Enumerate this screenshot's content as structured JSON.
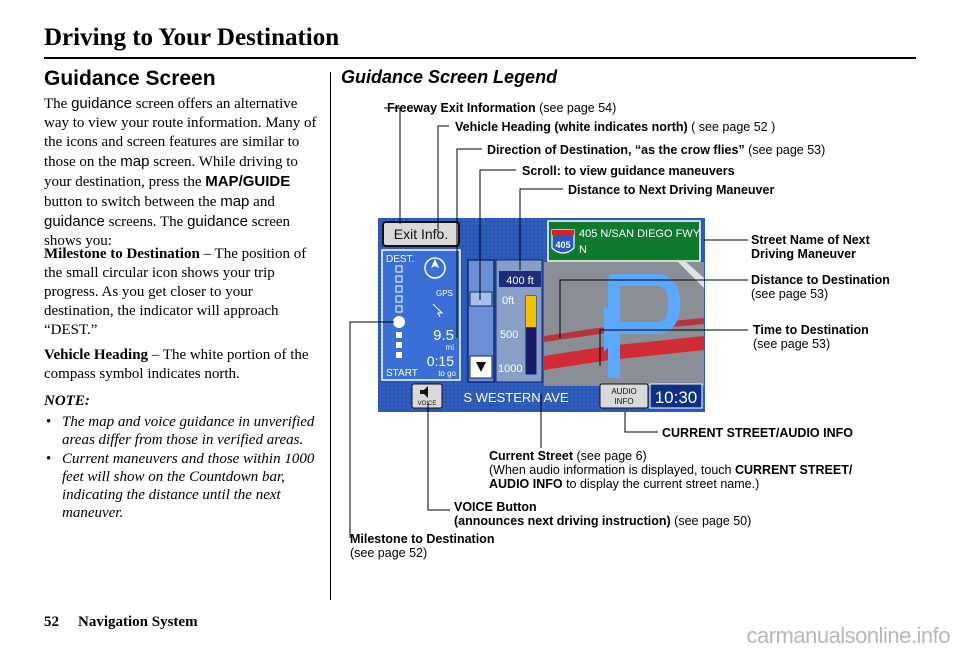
{
  "page": {
    "title": "Driving to Your Destination",
    "page_number": "52",
    "footer": "Navigation System",
    "watermark": "carmanualsonline.info"
  },
  "left_column": {
    "heading": "Guidance Screen",
    "intro": {
      "t1": "The ",
      "w1": "guidance",
      "t2": " screen offers an alternative way to view your route information. Many of the icons and screen features are similar to those on the ",
      "w2": "map",
      "t3": " screen. While driving to your destination, press the ",
      "w3": "MAP/GUIDE",
      "t4": " button to switch between the ",
      "w4": "map",
      "t5": " and ",
      "w5": "guidance",
      "t6": " screens. The ",
      "w6": "guidance",
      "t7": " screen shows you:"
    },
    "milestone": {
      "term": "Milestone to Destination",
      "text": " – The position of the small circular icon shows your trip progress. As you get closer to your destination, the indicator will approach “DEST.”"
    },
    "heading_item": {
      "term": "Vehicle Heading",
      "text": " – The white portion of the compass symbol indicates north."
    },
    "note_heading": "NOTE:",
    "notes": [
      "The map and voice guidance in unverified areas differ from those in verified areas.",
      "Current maneuvers and those within 1000 feet will show on the Countdown bar, indicating the distance until the next maneuver."
    ]
  },
  "legend": {
    "title": "Guidance Screen Legend",
    "freeway_exit": {
      "label": "Freeway Exit Information",
      "ref": " (see page 54)"
    },
    "vehicle_heading": {
      "label": "Vehicle Heading (white indicates north)",
      "ref": " ( see page 52 )"
    },
    "direction": {
      "label": "Direction of Destination, “as the crow flies”",
      "ref": " (see page 53)"
    },
    "scroll": {
      "label": "Scroll: to view guidance maneuvers"
    },
    "distance_next": {
      "label": "Distance to Next Driving Maneuver"
    },
    "street_next": {
      "line1": "Street Name of Next",
      "line2": "Driving Maneuver"
    },
    "distance_dest": {
      "label": "Distance to Destination",
      "ref": "(see page 53)"
    },
    "time_dest": {
      "label": "Time to Destination",
      "ref": "(see page 53)"
    },
    "current_audio": {
      "label": "CURRENT STREET/AUDIO INFO"
    },
    "current_street": {
      "label": "Current Street",
      "ref": " (see page 6)",
      "line2a": "(When audio information is displayed, touch ",
      "line2b": "CURRENT STREET/",
      "line3a": "AUDIO INFO",
      "line3b": " to display the current street name.)"
    },
    "voice": {
      "line1": "VOICE Button",
      "line2": "(announces next driving instruction)",
      "ref": " (see page 50)"
    },
    "milestone": {
      "label": "Milestone to Destination",
      "ref": "(see page 52)"
    }
  },
  "screen": {
    "exit_info_button": "Exit Info.",
    "dest_label": "DEST.",
    "start_label": "START",
    "gps_label": "GPS",
    "distance_value": "9.5",
    "distance_unit": "mi",
    "time_value": "0:15",
    "time_unit": "to go",
    "next_distance": "400 ft",
    "countdown_top": "0ft",
    "countdown_mid": "500",
    "countdown_bottom": "1000",
    "freeway_shield": "405",
    "freeway_name_line1": "405 N/SAN DIEGO FWY",
    "freeway_name_line2": "N",
    "current_street": "S WESTERN AVE",
    "voice_button": "VOICE",
    "audio_button_line1": "AUDIO",
    "audio_button_line2": "INFO",
    "clock": "10:30",
    "countdown_fill_fraction": 0.4
  },
  "colors": {
    "screen_bg": "#1d4aa8",
    "sign_green": "#0f7a2e",
    "map_grey": "#8a8f95",
    "route_arrow": "#5aa9ff",
    "road_red": "#d8202a",
    "countdown_yellow": "#f2c200",
    "watermark": "#b8b8b8"
  }
}
